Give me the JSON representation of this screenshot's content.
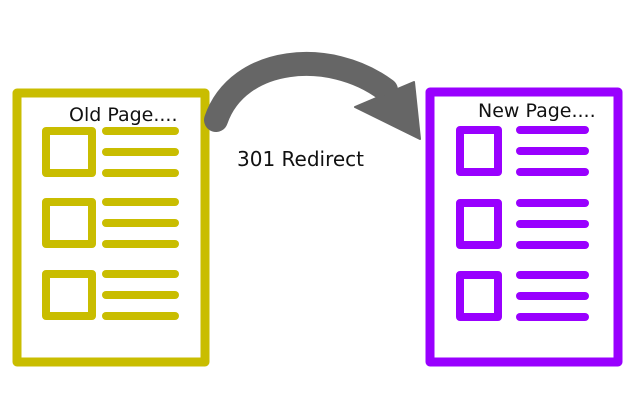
{
  "diagram": {
    "old_page": {
      "title": "Old Page....",
      "color": "#c9bd00",
      "rows": 3,
      "lines_per_row": 3
    },
    "new_page": {
      "title": "New Page....",
      "color": "#9900ff",
      "rows": 3,
      "lines_per_row": 3
    },
    "arrow": {
      "label": "301 Redirect",
      "color": "#666666",
      "icon": "curved-arrow-icon"
    }
  }
}
